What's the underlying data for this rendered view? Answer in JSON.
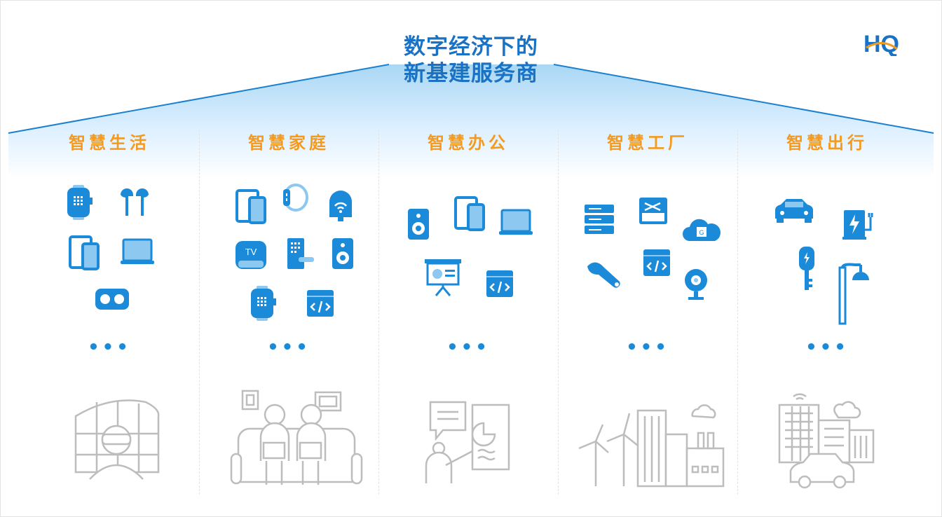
{
  "header": {
    "title_line1": "数字经济下的",
    "title_line2": "新基建服务商",
    "logo_text": "HQ"
  },
  "colors": {
    "primary_blue": "#1a72c4",
    "icon_blue": "#1b8ad8",
    "orange": "#f39a1f",
    "gray": "#bdbdbd"
  },
  "columns": [
    {
      "title": "智慧生活",
      "more": "•••",
      "icons": [
        "smartwatch-icon",
        "earbuds-icon",
        "tablet-phone-icon",
        "laptop-icon",
        "vr-goggles-icon"
      ],
      "illustration": "vr-person-illustration"
    },
    {
      "title": "智慧家庭",
      "more": "•••",
      "icons": [
        "tablet-phone-icon",
        "fitness-band-icon",
        "doorbell-icon",
        "tv-box-icon",
        "smart-lock-icon",
        "speaker-icon",
        "smartwatch-icon",
        "code-window-icon"
      ],
      "illustration": "couple-on-sofa-illustration"
    },
    {
      "title": "智慧办公",
      "more": "•••",
      "icons": [
        "speaker-icon",
        "tablet-phone-icon",
        "laptop-icon",
        "presentation-board-icon",
        "code-window-icon"
      ],
      "illustration": "presenter-illustration"
    },
    {
      "title": "智慧工厂",
      "more": "•••",
      "icons": [
        "server-rack-icon",
        "network-switch-icon",
        "cloud-chip-icon",
        "barcode-scanner-icon",
        "code-window-icon",
        "webcam-icon"
      ],
      "illustration": "factory-windmill-illustration"
    },
    {
      "title": "智慧出行",
      "more": "•••",
      "icons": [
        "car-icon",
        "charging-station-icon",
        "car-key-icon",
        "street-lamp-icon"
      ],
      "illustration": "smart-city-car-illustration"
    }
  ]
}
